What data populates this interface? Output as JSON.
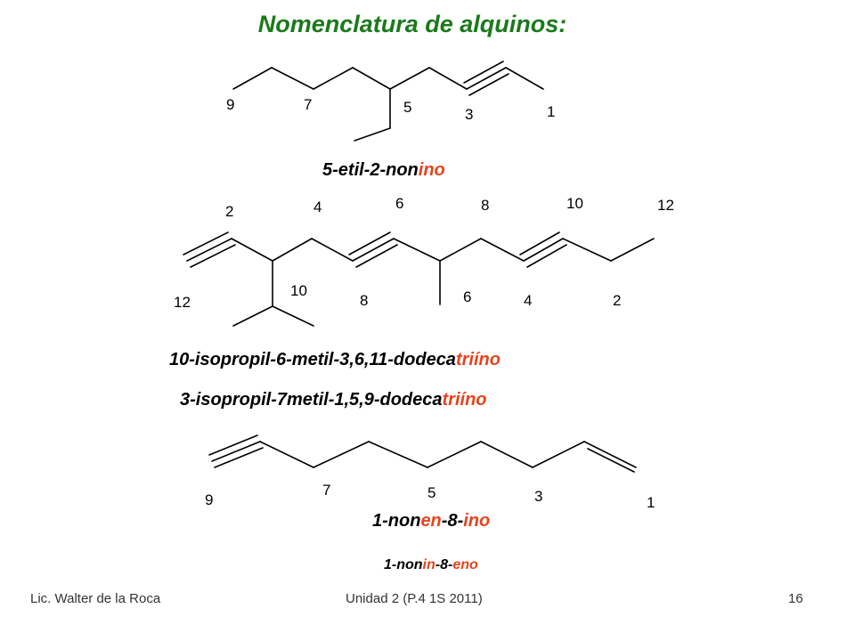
{
  "title": "Nomenclatura de alquinos:",
  "molecule1": {
    "labels": [
      "9",
      "7",
      "5",
      "3",
      "1"
    ],
    "name": {
      "base": "5-etil-2-non",
      "suffix": "ino"
    }
  },
  "molecule2": {
    "top_labels": [
      "2",
      "4",
      "6",
      "8",
      "10",
      "12"
    ],
    "bottom_labels": [
      "12",
      "10",
      "8",
      "6",
      "4",
      "2"
    ],
    "name1": {
      "base": "10-isopropil-6-metil-3,6,11-dodeca",
      "suffix": "triíno"
    },
    "name2": {
      "base": "3-isopropil-7metil-1,5,9-dodeca",
      "suffix": "triíno"
    }
  },
  "molecule3": {
    "labels": [
      "9",
      "7",
      "5",
      "3",
      "1"
    ],
    "name1": {
      "p1": "1-non",
      "h1": "en",
      "p2": "-8-",
      "h2": "ino"
    },
    "name2": {
      "p1": "1-non",
      "h1": "in",
      "p2": "-8-",
      "h2": "eno"
    }
  },
  "footer": {
    "author": "Lic. Walter de la Roca",
    "unit": "Unidad 2 (P.4 1S 2011)",
    "page": "16"
  }
}
